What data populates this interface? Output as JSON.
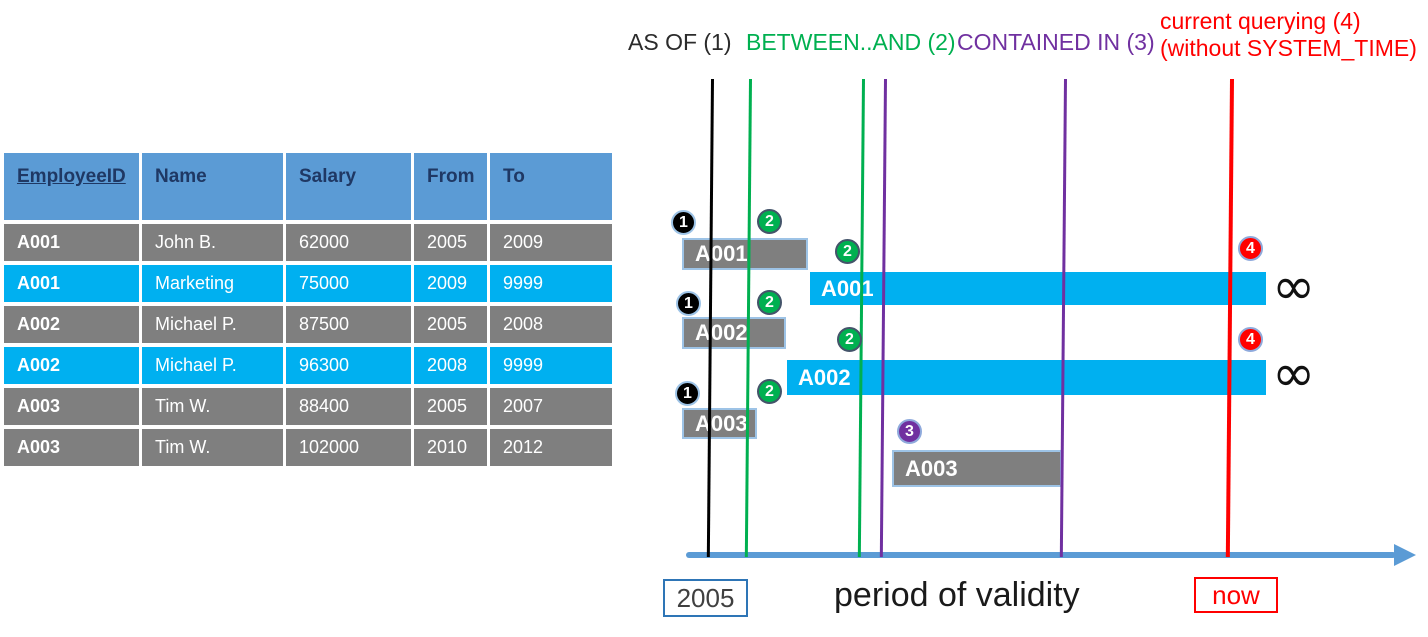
{
  "employee_table": {
    "columns": [
      "EmployeeID",
      "Name",
      "Salary",
      "From",
      "To"
    ],
    "rows": [
      {
        "employee_id": "A001",
        "name": "John B.",
        "salary": "62000",
        "from": "2005",
        "to": "2009",
        "current": false
      },
      {
        "employee_id": "A001",
        "name": "Marketing",
        "salary": "75000",
        "from": "2009",
        "to": "9999",
        "current": true
      },
      {
        "employee_id": "A002",
        "name": "Michael P.",
        "salary": "87500",
        "from": "2005",
        "to": "2008",
        "current": false
      },
      {
        "employee_id": "A002",
        "name": "Michael P.",
        "salary": "96300",
        "from": "2008",
        "to": "9999",
        "current": true
      },
      {
        "employee_id": "A003",
        "name": "Tim W.",
        "salary": "88400",
        "from": "2005",
        "to": "2007",
        "current": false
      },
      {
        "employee_id": "A003",
        "name": "Tim W.",
        "salary": "102000",
        "from": "2010",
        "to": "2012",
        "current": false
      }
    ]
  },
  "legend": {
    "as_of": {
      "label": "AS OF (1)",
      "color": "#2b2b2b"
    },
    "between_and": {
      "label": "BETWEEN..AND (2)",
      "color": "#00B050"
    },
    "contained_in": {
      "label": "CONTAINED IN (3)",
      "color": "#7030A0"
    },
    "current_querying": {
      "line1": "current querying (4)",
      "line2": "(without SYSTEM_TIME)",
      "color": "#FF0000"
    }
  },
  "timeline": {
    "bars": [
      {
        "label": "A001",
        "kind": "history"
      },
      {
        "label": "A001",
        "kind": "current"
      },
      {
        "label": "A002",
        "kind": "history"
      },
      {
        "label": "A002",
        "kind": "current"
      },
      {
        "label": "A003",
        "kind": "history"
      },
      {
        "label": "A003",
        "kind": "history"
      }
    ],
    "markers": [
      "1",
      "2",
      "2",
      "1",
      "2",
      "2",
      "1",
      "2",
      "3",
      "4",
      "4"
    ],
    "infinity_symbol": "∞",
    "axis": {
      "start_label": "2005",
      "title": "period of validity",
      "now_label": "now"
    }
  },
  "colors": {
    "table_header_bg": "#5B9BD5",
    "table_header_text": "#1F3864",
    "row_history": "#7F7F7F",
    "row_current": "#00B0F0",
    "bar_border": "#9DC3E6",
    "green": "#00B050",
    "purple": "#7030A0",
    "red": "#FF0000",
    "black": "#000000",
    "axis_blue": "#5B9BD5"
  }
}
